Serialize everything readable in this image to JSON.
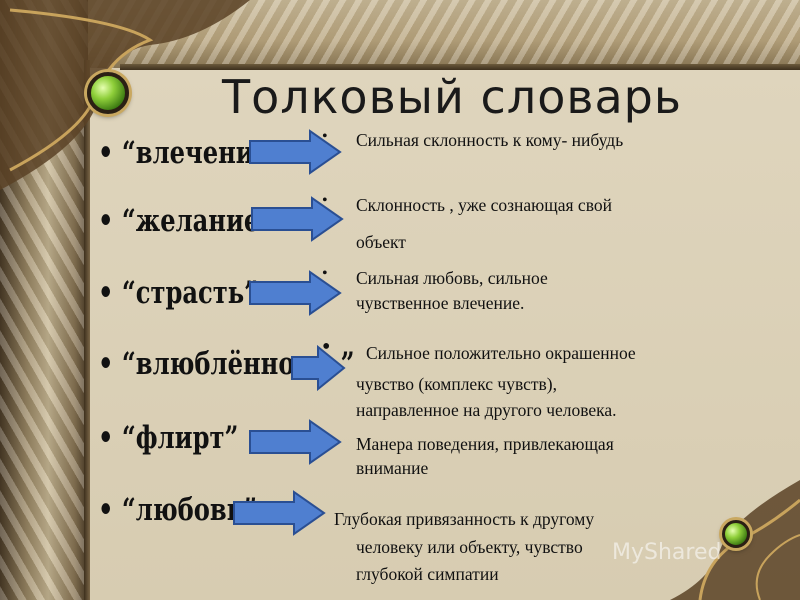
{
  "title": "Толковый словарь",
  "colors": {
    "arrow_fill": "#4f7fd0",
    "arrow_stroke": "#2a4f93",
    "gem": "#7fc033"
  },
  "icons": [
    "gem-icon",
    "right-arrow-icon",
    "bullet-dot-icon"
  ],
  "entries": [
    {
      "term": "• “влечение”",
      "definition": [
        "Сильная склонность к кому- нибудь"
      ]
    },
    {
      "term": "• “желание”",
      "definition": [
        "Склонность , уже сознающая свой",
        "объект"
      ]
    },
    {
      "term": "• “страсть”",
      "definition": [
        "Сильная любовь, сильное",
        "чувственное влечение."
      ]
    },
    {
      "term": "• “влюблённость”",
      "definition": [
        "Сильное положительно окрашенное",
        "чувство (комплекс чувств),",
        "направленное на другого человека."
      ]
    },
    {
      "term": "• “флирт”",
      "definition": [
        "Манера поведения, привлекающая",
        "внимание"
      ]
    },
    {
      "term": "• “любовь”",
      "definition": [
        "Глубокая привязанность к другому",
        "человеку или объекту, чувство",
        "глубокой симпатии"
      ]
    }
  ],
  "watermark": "MyShared"
}
